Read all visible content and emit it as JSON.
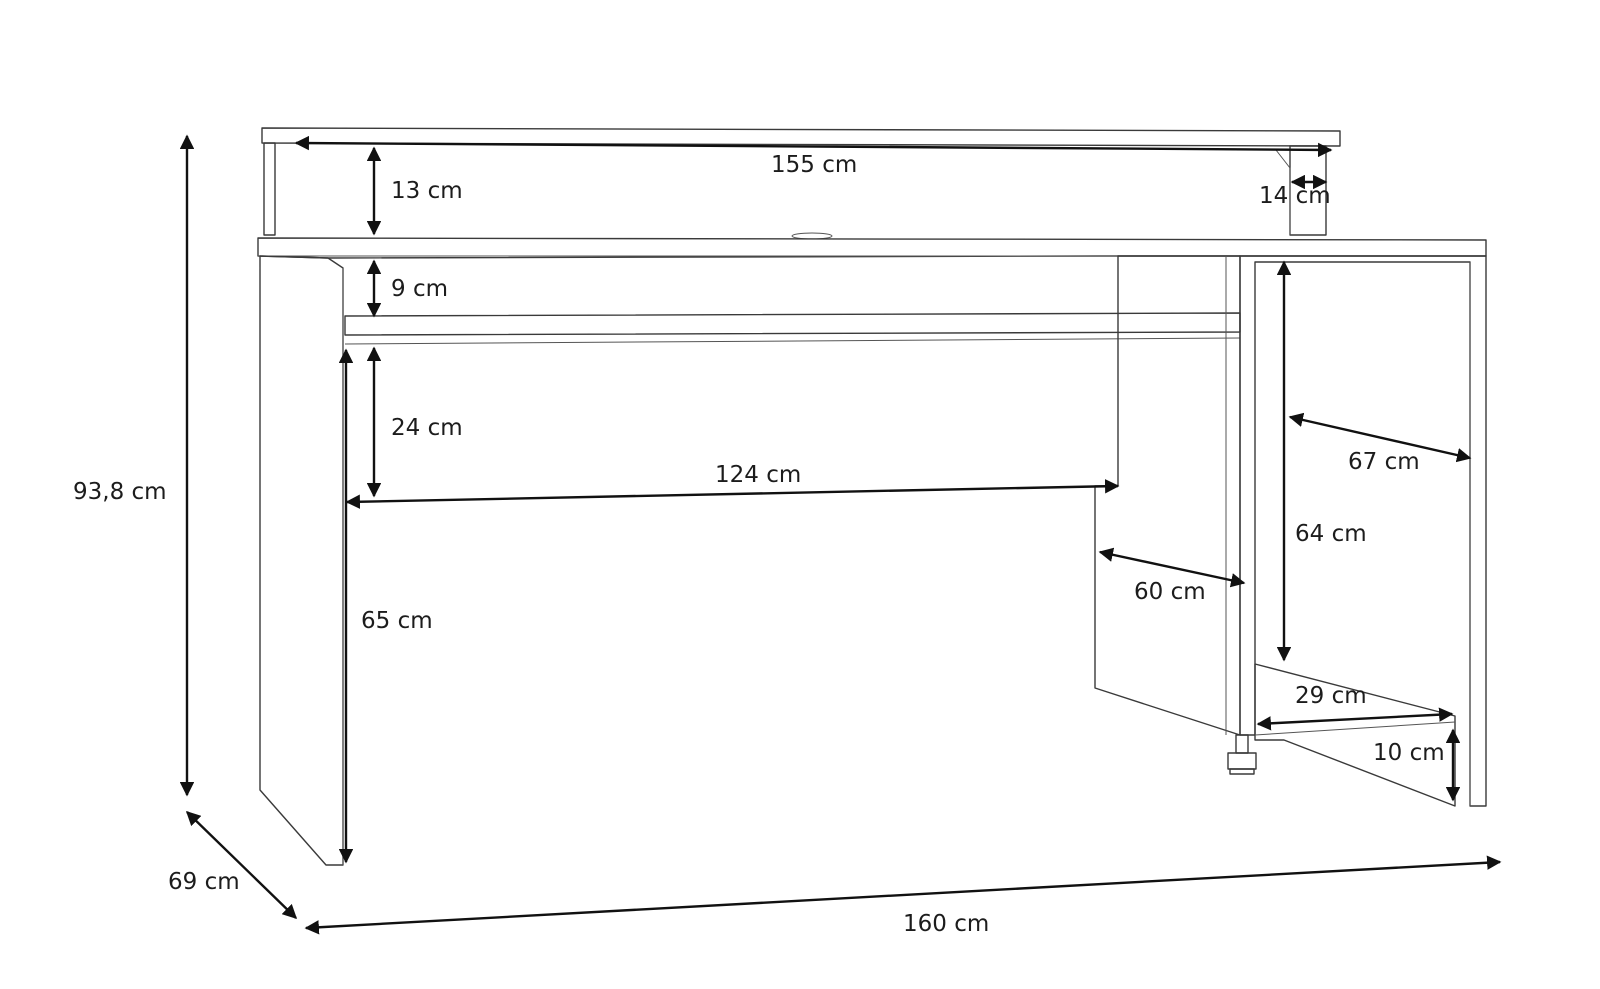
{
  "colors": {
    "line": "#3a3a3a",
    "dimension": "#111111",
    "background": "#ffffff"
  },
  "dimensions": {
    "total_height": "93,8 cm",
    "depth": "69 cm",
    "total_width": "160 cm",
    "shelf_width": "155 cm",
    "shelf_height": "13 cm",
    "shelf_depth": "14 cm",
    "top_gap": "9 cm",
    "drawer_gap": "24 cm",
    "inner_width": "124 cm",
    "leg_height": "65 cm",
    "panel_depth": "60 cm",
    "side_depth": "67 cm",
    "side_height": "64 cm",
    "bottom_shelf_depth": "29 cm",
    "bottom_shelf_height": "10 cm"
  }
}
